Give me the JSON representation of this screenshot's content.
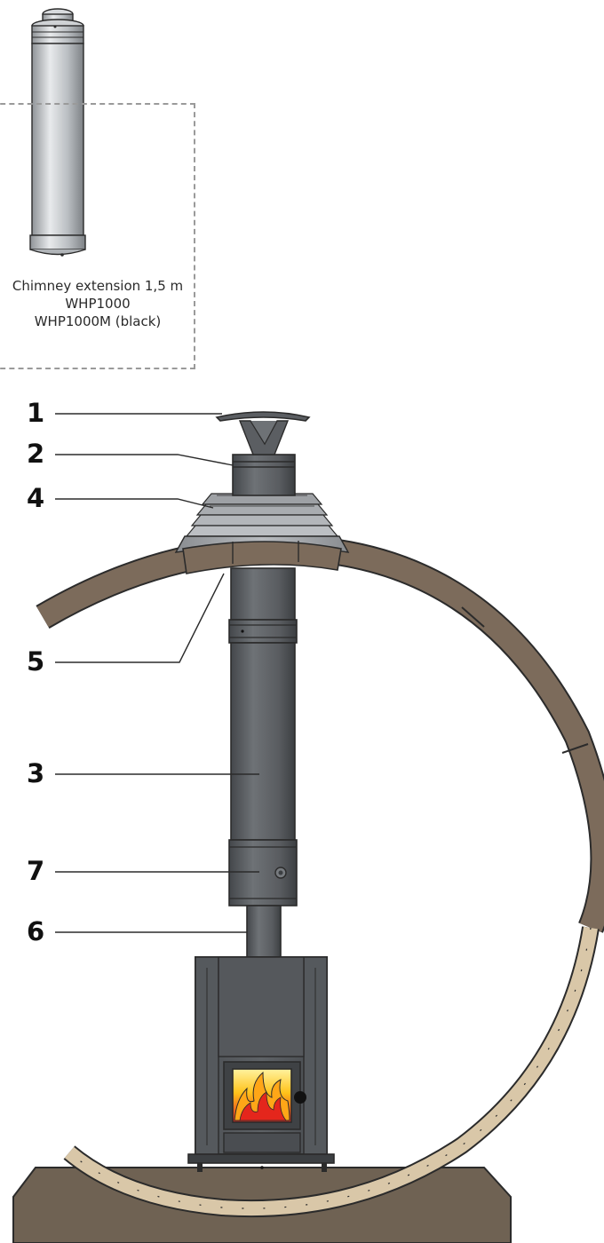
{
  "product": {
    "name_line": "Chimney extension  1,5 m",
    "code_line": "WHP1000",
    "variant_line": "WHP1000M (black)"
  },
  "callouts": [
    {
      "label": "1",
      "part": "chimney-cap"
    },
    {
      "label": "2",
      "part": "top-collar"
    },
    {
      "label": "4",
      "part": "roof-flashing"
    },
    {
      "label": "5",
      "part": "roof-seal"
    },
    {
      "label": "3",
      "part": "chimney-pipe"
    },
    {
      "label": "7",
      "part": "damper-section"
    },
    {
      "label": "6",
      "part": "stove-flue-pipe"
    }
  ],
  "colors": {
    "steel_dark": "#5b5e62",
    "steel_light": "#c9cdd1",
    "wood_arc": "#7c6b5b",
    "wood_log": "#d9c7a8",
    "ground": "#6f6253",
    "flame_yellow": "#ffd21a",
    "flame_red": "#e4261c"
  }
}
